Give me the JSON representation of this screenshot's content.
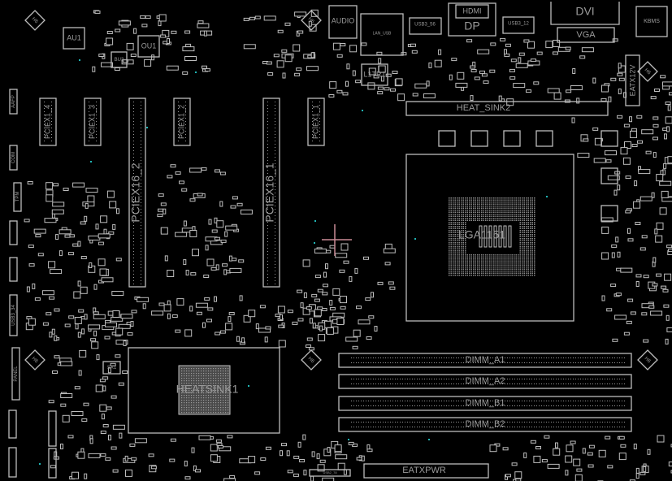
{
  "board": {
    "labels": {
      "au1": "AU1",
      "ou1": "OU1",
      "bu3": "BU3",
      "pciex1_4": "PCIEX1_4",
      "pciex1_3": "PCIEX1_3",
      "pciex16_2": "PCIEX16_2",
      "pciex1_2": "PCIEX1_2",
      "pciex16_1": "PCIEX16_1",
      "pciex1_1": "PCIEX1_1",
      "audio": "AUDIO",
      "l1tr1": "L1TR1",
      "lan_usb": "LAN_USB",
      "usb3_a": "USB3_56",
      "usb3_b": "USB3_12",
      "hdmi": "HDMI",
      "dp": "DP",
      "dvi": "DVI",
      "vga": "VGA",
      "kbms": "KBMS",
      "eatx12v": "EATX12V",
      "heat_sink2": "HEAT_SINK2",
      "cpu": "LGA1151",
      "heatsink1": "HEATSINK1",
      "dimm_a1": "DIMM_A1",
      "dimm_a2": "DIMM_A2",
      "dimm_b1": "DIMM_B1",
      "dimm_b2": "DIMM_B2",
      "eatxpwr": "EATXPWR",
      "sx1": "SX1",
      "panel": "PANEL",
      "aafp": "AAFP",
      "com": "COM",
      "tpm": "TPM",
      "usb3_34": "USB3_34",
      "usb_bottom": "USB2_78",
      "mount_hole": "H6"
    },
    "colors": {
      "background": "#000000",
      "outline": "#bdbdbd",
      "testpoint": "#1fb5b5",
      "cursor": "#c98a96"
    }
  }
}
